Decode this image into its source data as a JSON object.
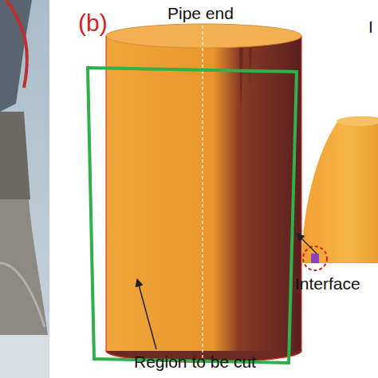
{
  "diagram": {
    "labels": [
      "(b)",
      "Pipe end",
      "Region to be cut",
      "Interface",
      "I"
    ]
  }
}
